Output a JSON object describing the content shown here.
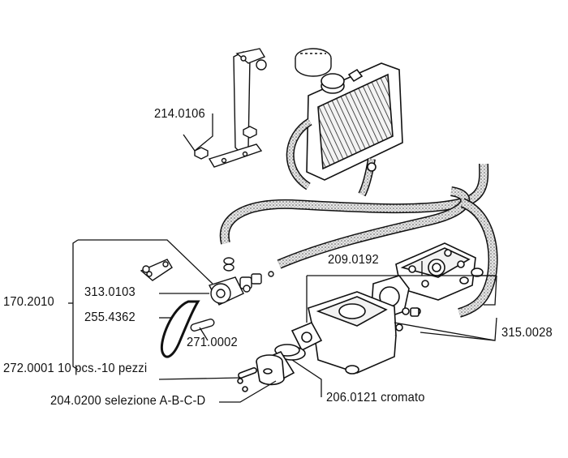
{
  "diagram": {
    "part_labels": {
      "p214_0106": "214.0106",
      "p170_2010": "170.2010",
      "p313_0103": "313.0103",
      "p255_4362": "255.4362",
      "p209_0192": "209.0192",
      "p315_0028": "315.0028",
      "p271_0002": "271.0002",
      "p272_0001": "272.0001 10 pcs.-10 pezzi",
      "p204_0200": "204.0200 selezione A-B-C-D",
      "p206_0121": "206.0121 cromato"
    },
    "colors": {
      "ink": "#111111",
      "hose_fill": "#d9d9d9",
      "background": "#ffffff"
    }
  }
}
